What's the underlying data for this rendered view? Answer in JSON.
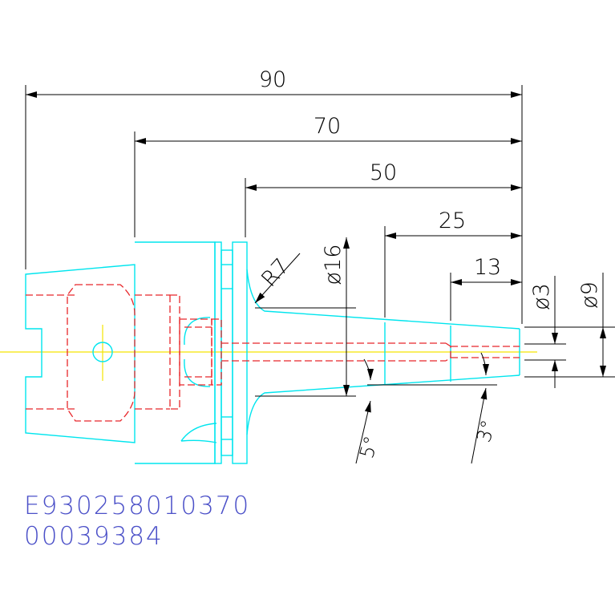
{
  "dimensions": {
    "d90": "90",
    "d70": "70",
    "d50": "50",
    "d25": "25",
    "d13": "13",
    "r7": "R7",
    "dia16": "ø16",
    "dia3": "ø3",
    "dia9": "ø9",
    "ang5": "5°",
    "ang3": "3°"
  },
  "part_codes": {
    "line1": "E930258010370",
    "line2": "00039384"
  },
  "colors": {
    "outline": "#00e5ee",
    "hidden": "#e8262a",
    "centerline": "#f5e400",
    "dimension": "#000000",
    "codes": "#4b50c8"
  }
}
